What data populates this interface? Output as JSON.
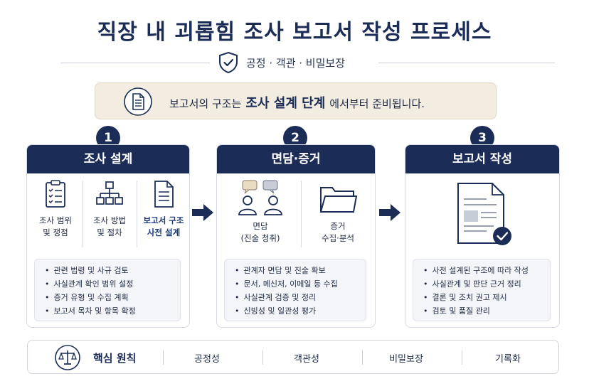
{
  "title": "직장 내 괴롭힘 조사 보고서 작성 프로세스",
  "subtitle": "공정 · 객관 · 비밀보장",
  "banner": {
    "prefix": "보고서의 구조는",
    "highlight": "조사 설계 단계",
    "suffix": "에서부터 준비됩니다."
  },
  "steps": [
    {
      "number": "1",
      "title": "조사 설계",
      "subs": [
        {
          "line1": "조사 범위",
          "line2": "및 쟁점"
        },
        {
          "line1": "조사 방법",
          "line2": "및 절차"
        },
        {
          "line1": "보고서 구조",
          "line2": "사전 설계"
        }
      ],
      "bullets": [
        "관련 법령 및 사규 검토",
        "사실관계 확인 범위 설정",
        "증거 유형 및 수집 계획",
        "보고서 목차 및 항목 확정"
      ]
    },
    {
      "number": "2",
      "title": "면담·증거",
      "subs": [
        {
          "line1": "면담",
          "line2": "(진술 청취)"
        },
        {
          "line1": "증거",
          "line2": "수집·분석"
        }
      ],
      "bullets": [
        "관계자 면담 및 진술 확보",
        "문서, 메신저, 이메일 등 수집",
        "사실관계 검증 및 정리",
        "신빙성 및 일관성 평가"
      ]
    },
    {
      "number": "3",
      "title": "보고서 작성",
      "bullets": [
        "사전 설계된 구조에 따라 작성",
        "사실관계 및 판단 근거 정리",
        "결론 및 조치 권고 제시",
        "검토 및 품질 관리"
      ]
    }
  ],
  "footer": {
    "label": "핵심 원칙",
    "principles": [
      "공정성",
      "객관성",
      "비밀보장",
      "기록화"
    ]
  },
  "colors": {
    "navy": "#1b2d57",
    "beige": "#f3ece0",
    "panel": "#f4f5f8"
  }
}
